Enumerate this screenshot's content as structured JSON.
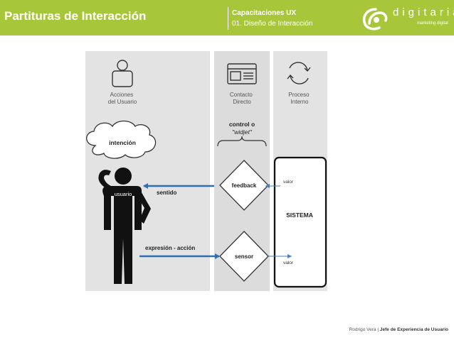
{
  "header": {
    "title": "Partituras de Interacción",
    "course": "Capacitaciones UX",
    "module": "01. Diseño de Interacción",
    "logo_name": "digitaria",
    "logo_tagline": "marketing digital"
  },
  "diagram": {
    "columns": {
      "user": "Acciones\ndel Usuario",
      "direct": "Contacto\nDirecto",
      "internal": "Proceso\nInterno"
    },
    "control_label": "control o",
    "control_label_italic": "\"widjet\"",
    "cloud_label": "intención",
    "user_label": "usuario",
    "feedback_label": "feedback",
    "sensor_label": "sensor",
    "system_label": "SISTEMA",
    "arrow_sense": "sentido",
    "arrow_expression": "expresión - acción",
    "value_top": "valor",
    "value_bottom": "valor"
  },
  "footer": {
    "author": "Rodrigo Vera",
    "separator": "|",
    "role": "Jefe de Experiencia de Usuario"
  },
  "colors": {
    "accent": "#a8c63a",
    "arrow": "#2f6fad",
    "column_bg": "#e3e3e3"
  }
}
